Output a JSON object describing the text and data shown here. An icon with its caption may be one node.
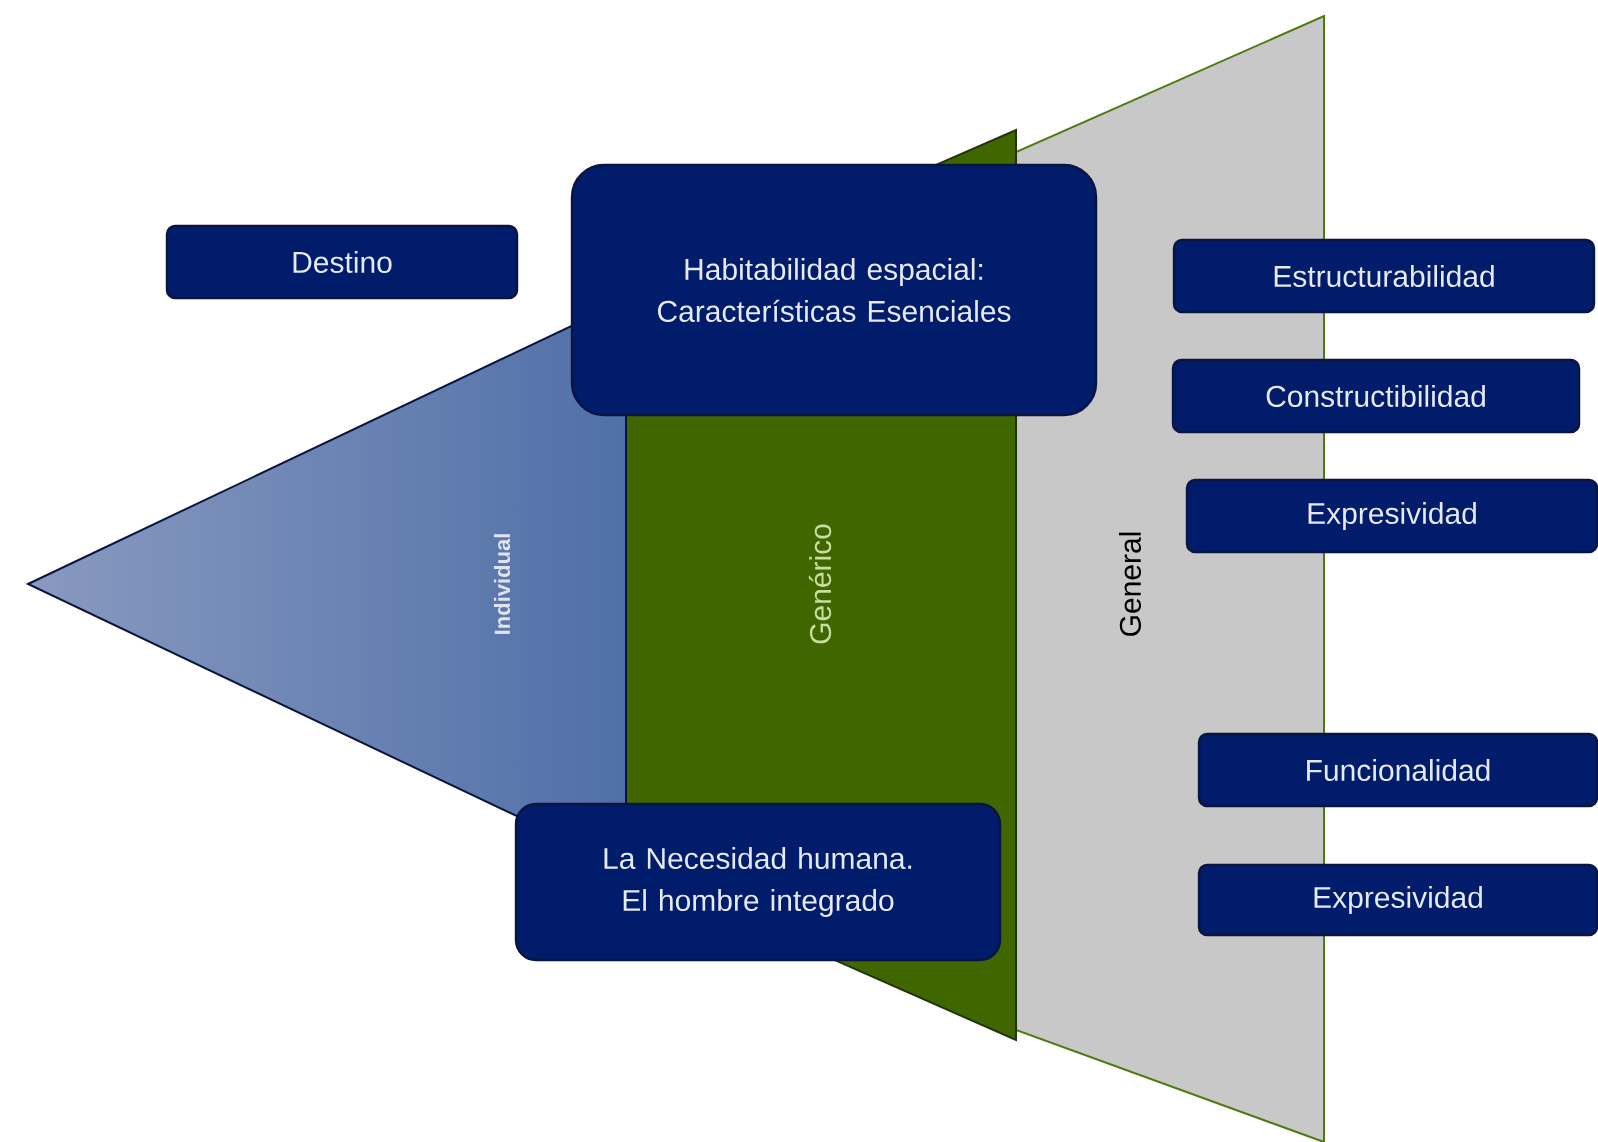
{
  "diagram": {
    "nodes": [
      {
        "text": [
          "Destino"
        ]
      },
      {
        "text": [
          "Habitabilidad espacial: Características Esenciales"
        ]
      },
      {
        "text": [
          "Estructurabilidad"
        ]
      },
      {
        "text": [
          "Constructibilidad"
        ]
      },
      {
        "text": [
          "Expresividad"
        ]
      },
      {
        "text": [
          "Individual"
        ]
      },
      {
        "text": [
          "Genérico"
        ]
      },
      {
        "text": [
          "General"
        ]
      },
      {
        "text": [
          "Funcionalidad"
        ]
      },
      {
        "text": [
          "La Necesidad humana. El hombre integrado"
        ]
      },
      {
        "text": [
          "Expresividad"
        ]
      }
    ]
  }
}
